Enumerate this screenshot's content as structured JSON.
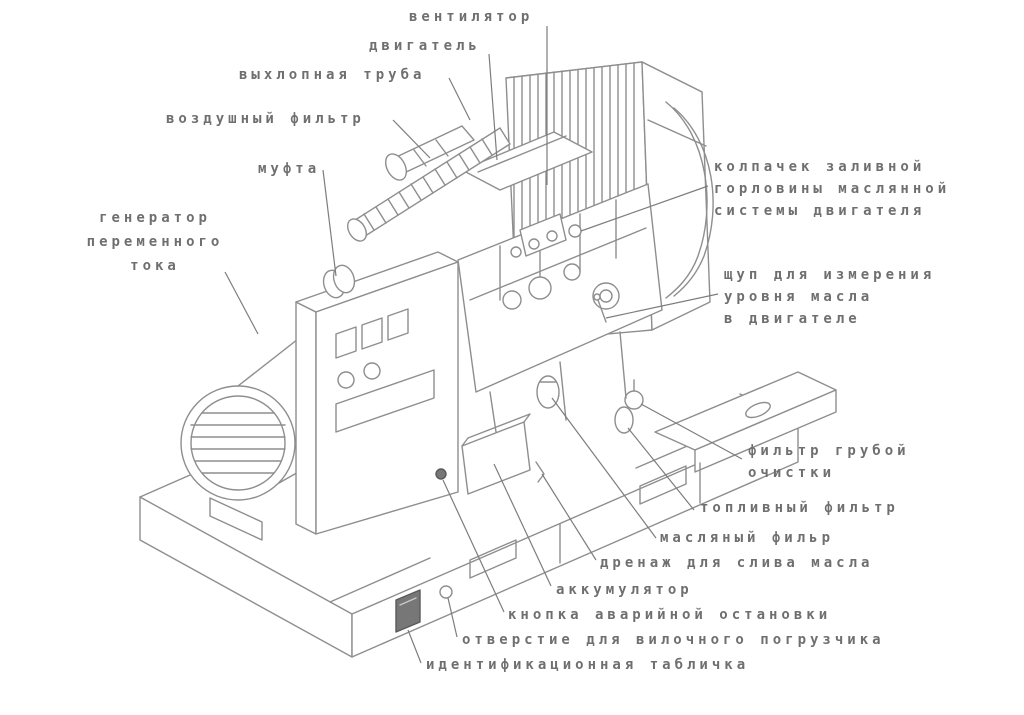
{
  "labels": {
    "fan": "вентилятор",
    "engine": "двигатель",
    "exhaust_pipe": "выхлопная труба",
    "air_filter": "воздушный фильтр",
    "coupling": "муфта",
    "alternator": "генератор\nпеременного\nтока",
    "oil_filler_cap": "колпачек заливной\nгорловины маслянной\nсистемы двигателя",
    "oil_dipstick": "щуп для измерения\nуровня масла\nв двигателе",
    "coarse_filter": "фильтр грубой\nочистки",
    "fuel_filter": "топливный фильтр",
    "oil_filter": "масляный фильр",
    "oil_drain": "дренаж для слива масла",
    "battery": "аккумулятор",
    "emergency_stop": "кнопка аварийной остановки",
    "forklift_opening": "отверстие для вилочного погрузчика",
    "id_plate": "идентификационная табличка"
  },
  "colors": {
    "label_text": "#6f6f6f",
    "drawing_line": "#8e8e8e",
    "leader_line": "#7d7d7d",
    "background": "#ffffff"
  }
}
